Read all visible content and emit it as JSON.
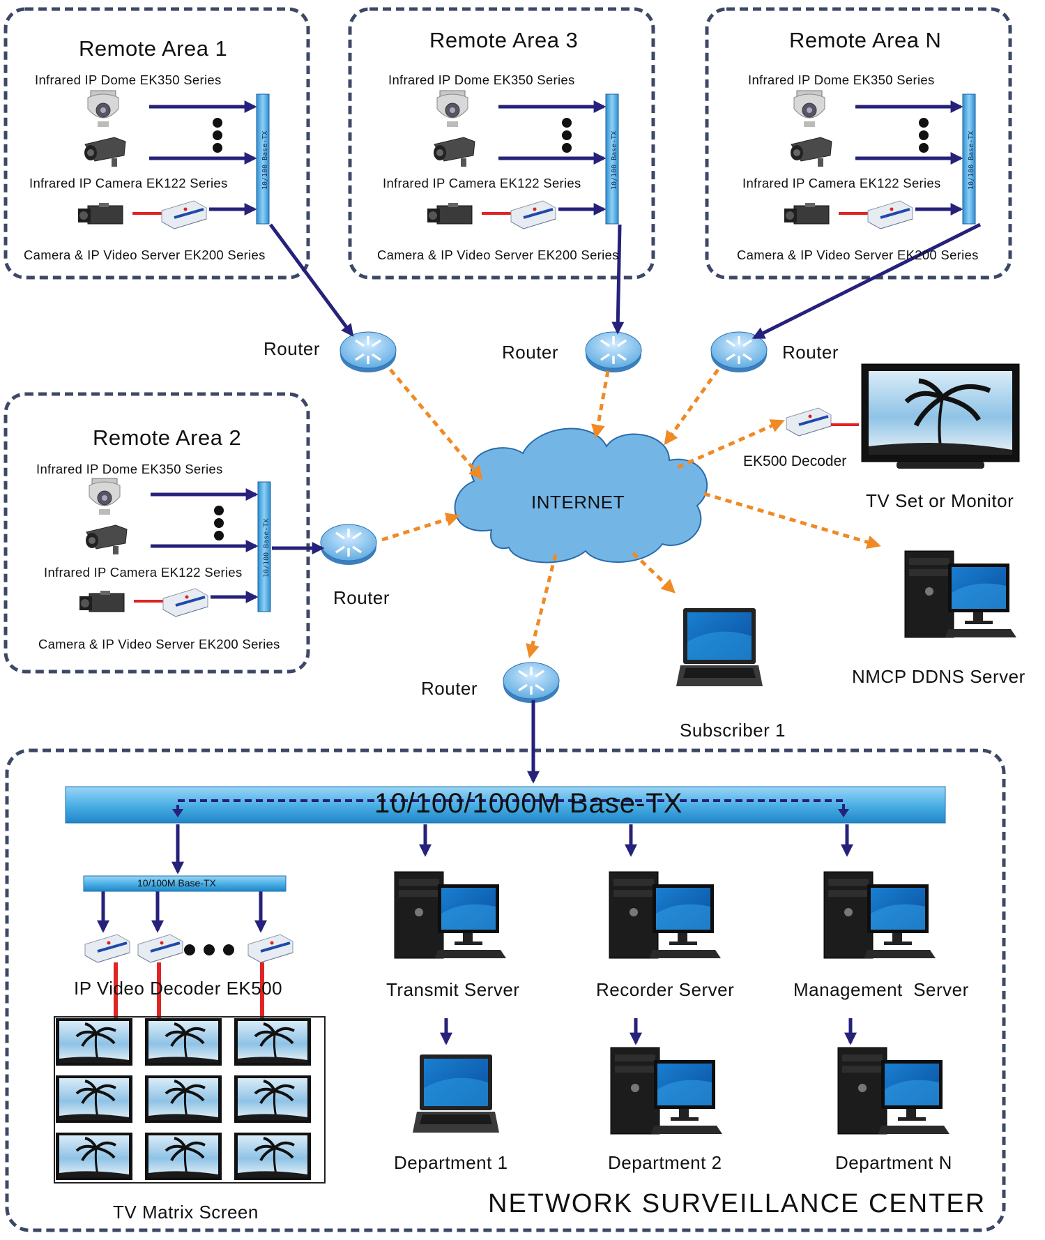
{
  "remote_areas": [
    {
      "title": "Remote Area 1",
      "dome": "Infrared IP Dome EK350 Series",
      "camera": "Infrared IP Camera EK122 Series",
      "server": "Camera & IP Video Server EK200 Series"
    },
    {
      "title": "Remote Area 3",
      "dome": "Infrared IP Dome EK350 Series",
      "camera": "Infrared IP Camera EK122 Series",
      "server": "Camera & IP Video Server EK200 Series"
    },
    {
      "title": "Remote Area N",
      "dome": "Infrared IP Dome EK350 Series",
      "camera": "Infrared IP Camera EK122 Series",
      "server": "Camera & IP Video Server EK200 Series"
    },
    {
      "title": "Remote Area 2",
      "dome": "Infrared IP Dome EK350 Series",
      "camera": "Infrared IP Camera EK122 Series",
      "server": "Camera & IP Video Server EK200 Series"
    }
  ],
  "switch_small_label": "10/100 Base-TX",
  "router_label": "Router",
  "internet_label": "INTERNET",
  "ek500_decoder": "EK500 Decoder",
  "tv_set": "TV Set or Monitor",
  "nmcp": "NMCP DDNS Server",
  "subscriber": "Subscriber 1",
  "backbone": "10/100/1000M Base-TX",
  "sub_switch": "10/100M Base-TX",
  "ip_decoder": "IP Video Decoder EK500",
  "tv_matrix": "TV Matrix Screen",
  "servers": [
    "Transmit Server",
    "Recorder Server",
    "Management  Server"
  ],
  "departments": [
    "Department 1",
    "Department 2",
    "Department N"
  ],
  "center_title": "NETWORK SURVEILLANCE CENTER",
  "colors": {
    "dashed_border": "#3c4866",
    "link": "#26217a",
    "internet_link": "#ef8a25",
    "cable": "#e02424",
    "switch": "#3fa1dc",
    "cloud": "#73b6e6"
  }
}
